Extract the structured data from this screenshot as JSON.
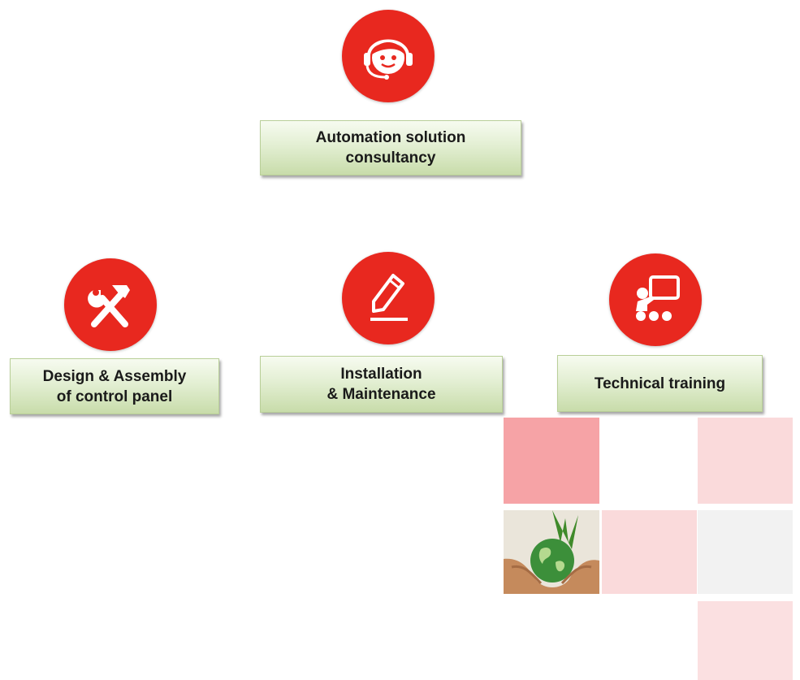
{
  "services": {
    "consultancy": {
      "label": "Automation solution\nconsultancy",
      "icon": "headset-person-icon"
    },
    "design": {
      "label": "Design & Assembly\nof control panel",
      "icon": "hammer-wrench-icon"
    },
    "installation": {
      "label": "Installation\n& Maintenance",
      "icon": "pencil-icon"
    },
    "training": {
      "label": "Technical training",
      "icon": "presentation-board-icon"
    }
  },
  "colors": {
    "accent_red": "#e8281f",
    "label_green": "#d6e6c0",
    "tile_strong": "#f6a3a6",
    "tile_light": "#fadadb",
    "tile_grey": "#f2f2f2"
  },
  "decor": {
    "image": "hands-holding-globe"
  }
}
